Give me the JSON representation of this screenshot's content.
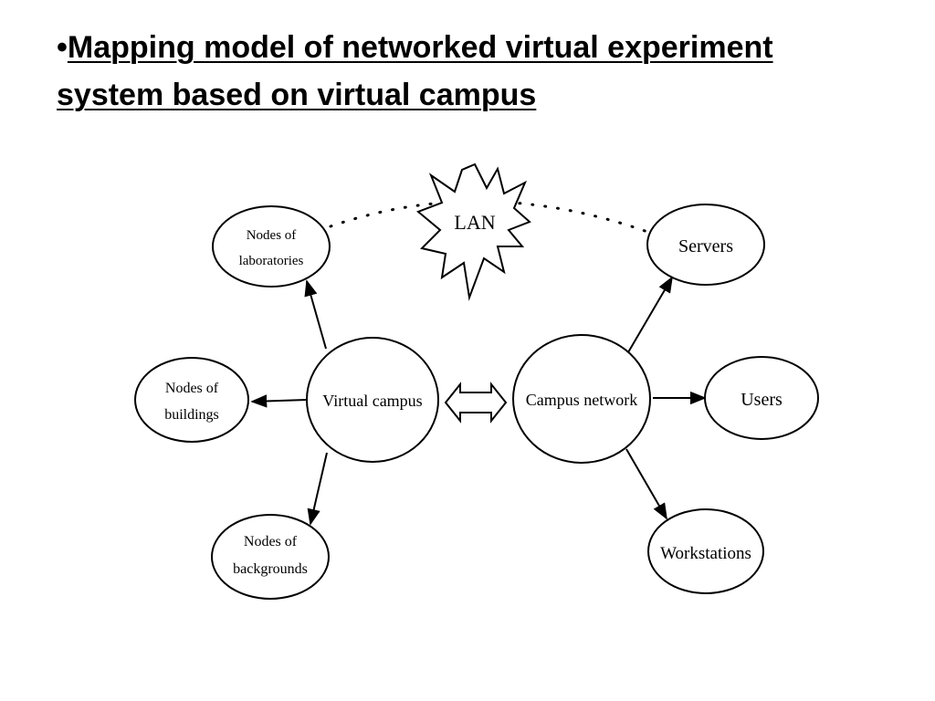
{
  "slide": {
    "bullet": "•",
    "title": "Mapping model of networked virtual experiment system based on virtual campus"
  },
  "diagram": {
    "lan_label": "LAN",
    "nodes": {
      "laboratories": [
        "Nodes of",
        "laboratories"
      ],
      "buildings": [
        "Nodes of",
        "buildings"
      ],
      "backgrounds": [
        "Nodes of",
        "backgrounds"
      ],
      "virtual_campus": "Virtual campus",
      "campus_network": "Campus network",
      "servers": "Servers",
      "users": "Users",
      "workstations": "Workstations"
    }
  }
}
